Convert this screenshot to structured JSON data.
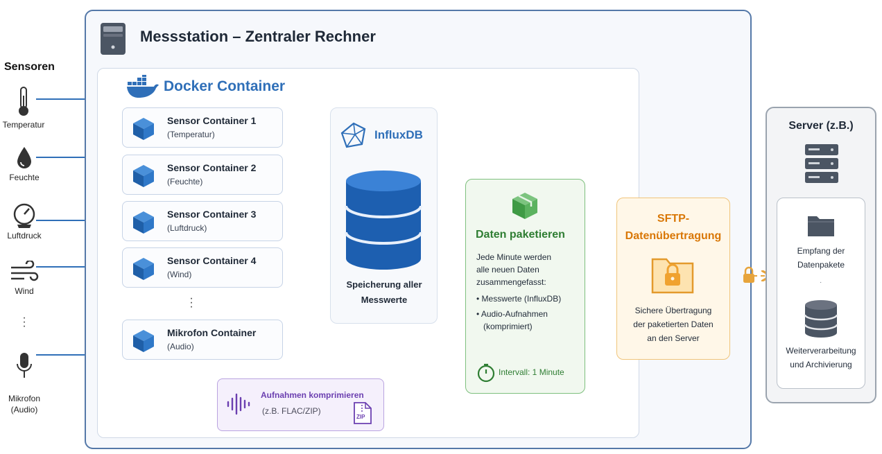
{
  "sensors": {
    "title": "Sensoren",
    "items": [
      {
        "label": "Temperatur"
      },
      {
        "label": "Feuchte"
      },
      {
        "label": "Luftdruck"
      },
      {
        "label": "Wind"
      },
      {
        "label": "Mikrofon\n(Audio)"
      }
    ]
  },
  "station": {
    "title": "Messstation – Zentraler Rechner"
  },
  "docker": {
    "title": "Docker Container"
  },
  "containers": [
    {
      "name": "Sensor Container 1",
      "sub": "(Temperatur)"
    },
    {
      "name": "Sensor Container 2",
      "sub": "(Feuchte)"
    },
    {
      "name": "Sensor Container 3",
      "sub": "(Luftdruck)"
    },
    {
      "name": "Sensor Container 4",
      "sub": "(Wind)"
    },
    {
      "name": "Mikrofon Container",
      "sub": "(Audio)"
    }
  ],
  "influx": {
    "title": "InfluxDB",
    "caption_line1": "Speicherung aller",
    "caption_line2": "Messwerte"
  },
  "audio": {
    "title": "Aufnahmen komprimieren",
    "sub": "(z.B. FLAC/ZIP)",
    "zip_label": "ZIP"
  },
  "pack": {
    "title": "Daten paketieren",
    "line1": "Jede Minute werden",
    "line2": "alle neuen Daten",
    "line3": "zusammengefasst:",
    "bullet1": "• Messwerte (InfluxDB)",
    "bullet2a": "• Audio-Aufnahmen",
    "bullet2b": "(komprimiert)",
    "interval": "Intervall: 1 Minute"
  },
  "sftp": {
    "title_line1": "SFTP-",
    "title_line2": "Datenübertragung",
    "text_line1": "Sichere Übertragung",
    "text_line2": "der paketierten Daten",
    "text_line3": "an den Server"
  },
  "server": {
    "title": "Server (z.B.)",
    "recv_line1": "Empfang der",
    "recv_line2": "Datenpakete",
    "proc_line1": "Weiterverarbeitung",
    "proc_line2": "und Archivierung"
  },
  "colors": {
    "blue": "#2f6fb8",
    "green": "#2e7d32",
    "orange": "#d97706",
    "purple": "#6b3fb0",
    "frame": "#5478a8"
  },
  "icons": [
    "thermometer-icon",
    "droplet-icon",
    "gauge-icon",
    "wind-icon",
    "microphone-icon",
    "computer-icon",
    "docker-whale-icon",
    "cube-icon",
    "influxdb-logo-icon",
    "database-icon",
    "package-box-icon",
    "timer-icon",
    "folder-lock-icon",
    "padlock-icon",
    "server-rack-icon",
    "folder-icon",
    "waveform-icon",
    "zip-file-icon"
  ]
}
